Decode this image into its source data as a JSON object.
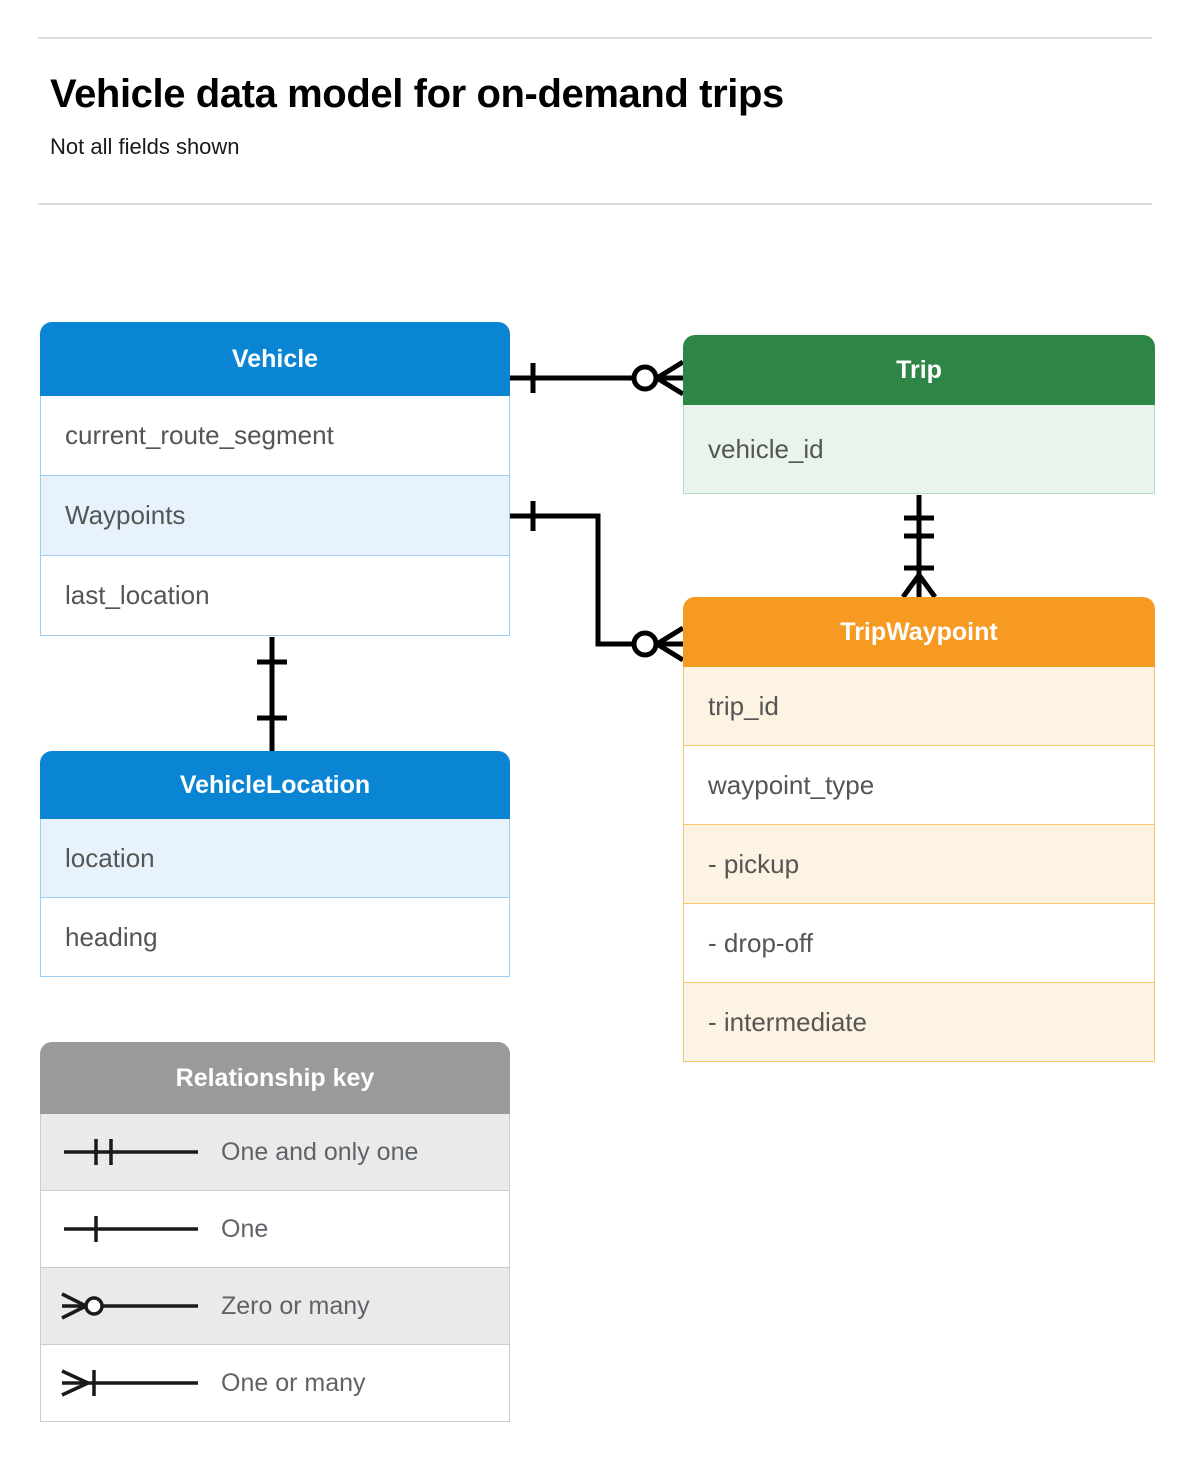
{
  "header": {
    "title": "Vehicle data model for on-demand trips",
    "subtitle": "Not all fields shown"
  },
  "colors": {
    "blue": "#0a85d4",
    "green": "#2d8646",
    "orange": "#f79a21",
    "gray": "#9a9a9a",
    "blue_row_tint": "#e7f2fd",
    "green_row_tint": "#e9f4ec",
    "orange_row_tint": "#fdf3e2",
    "gray_row_tint": "#eaeaea",
    "line": "#000000",
    "rule": "#dadce0"
  },
  "entities": {
    "vehicle": {
      "title": "Vehicle",
      "fields": [
        {
          "label": "current_route_segment",
          "tint": false
        },
        {
          "label": "Waypoints",
          "tint": true
        },
        {
          "label": "last_location",
          "tint": false
        }
      ]
    },
    "vehicle_location": {
      "title": "VehicleLocation",
      "fields": [
        {
          "label": "location",
          "tint": true
        },
        {
          "label": "heading",
          "tint": false
        }
      ]
    },
    "trip": {
      "title": "Trip",
      "fields": [
        {
          "label": "vehicle_id",
          "tint": true
        }
      ]
    },
    "trip_waypoint": {
      "title": "TripWaypoint",
      "fields": [
        {
          "label": "trip_id",
          "tint": true
        },
        {
          "label": "waypoint_type",
          "tint": false
        },
        {
          "label": "-  pickup",
          "tint": true
        },
        {
          "label": "-  drop-off",
          "tint": false
        },
        {
          "label": "-  intermediate",
          "tint": true
        }
      ]
    }
  },
  "legend": {
    "title": "Relationship key",
    "rows": [
      {
        "label": "One and only one",
        "symbol": "one-and-only-one-symbol",
        "tint": true
      },
      {
        "label": "One",
        "symbol": "one-symbol",
        "tint": false
      },
      {
        "label": "Zero or many",
        "symbol": "zero-or-many-symbol",
        "tint": true
      },
      {
        "label": "One or many",
        "symbol": "one-or-many-symbol",
        "tint": false
      }
    ]
  },
  "relationships": [
    {
      "name": "vehicle-to-trip",
      "from": "Vehicle",
      "to": "Trip",
      "from_cardinality": "One",
      "to_cardinality": "Zero or many"
    },
    {
      "name": "vehicle-waypoints-to-tripwaypoint",
      "from": "Vehicle.Waypoints",
      "to": "TripWaypoint",
      "from_cardinality": "One",
      "to_cardinality": "Zero or many"
    },
    {
      "name": "trip-to-tripwaypoint",
      "from": "Trip",
      "to": "TripWaypoint",
      "from_cardinality": "One and only one",
      "to_cardinality": "One or many"
    },
    {
      "name": "vehicle-to-vehiclelocation",
      "from": "Vehicle",
      "to": "VehicleLocation",
      "from_cardinality": "One",
      "to_cardinality": "One"
    }
  ]
}
